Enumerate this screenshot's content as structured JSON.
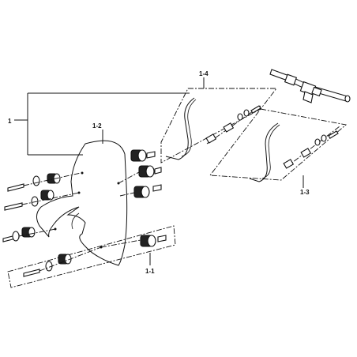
{
  "labels": {
    "assembly": "1",
    "windscreen": "1-2",
    "mount_kit": "1-1",
    "bracket_right": "1-3",
    "bracket_left": "1-4"
  }
}
